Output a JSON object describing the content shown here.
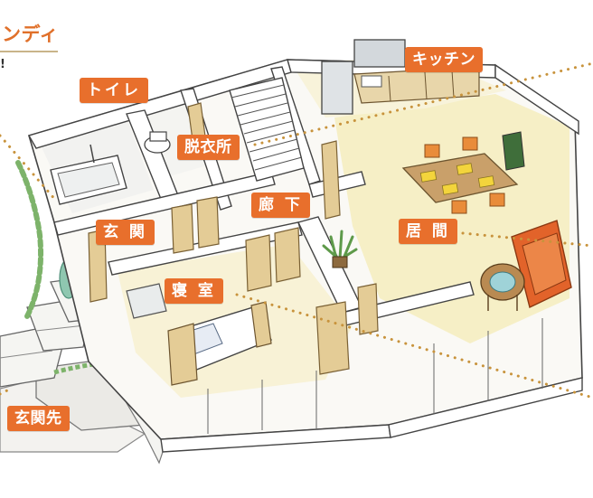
{
  "title_fragment": "ンディ",
  "title_exclamation": "!",
  "labels": {
    "kitchen": "キッチン",
    "toilet": "トイレ",
    "dressing": "脱衣所",
    "corridor": "廊 下",
    "entrance": "玄 関",
    "living": "居 間",
    "bedroom": "寝 室",
    "approach": "玄関先"
  },
  "colors": {
    "label_bg": "#e86f2c",
    "dotted_line": "#c8933c",
    "floor_living": "#f6efc6",
    "wood": "#e4cc96",
    "sofa": "#e2632a",
    "plant": "#5e9a4a"
  }
}
